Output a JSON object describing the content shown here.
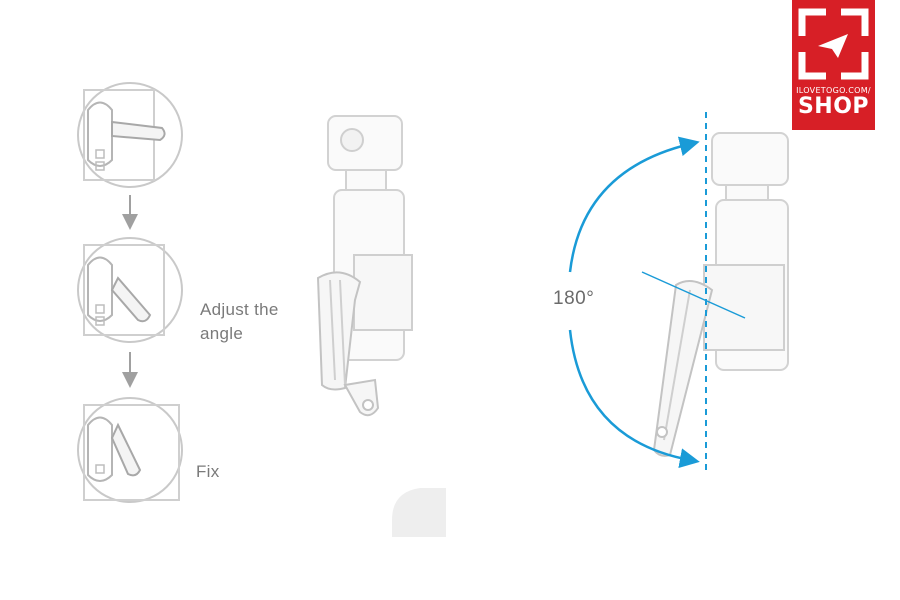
{
  "steps": {
    "adjust_label": "Adjust the angle",
    "fix_label": "Fix"
  },
  "rotation": {
    "angle_label": "180°"
  },
  "brand": {
    "site": "ILOVETOGO.COM/",
    "name": "SHOP"
  },
  "colors": {
    "accent": "#1a9bd7",
    "line": "#c7c7c7",
    "brand_red": "#d71f26"
  }
}
